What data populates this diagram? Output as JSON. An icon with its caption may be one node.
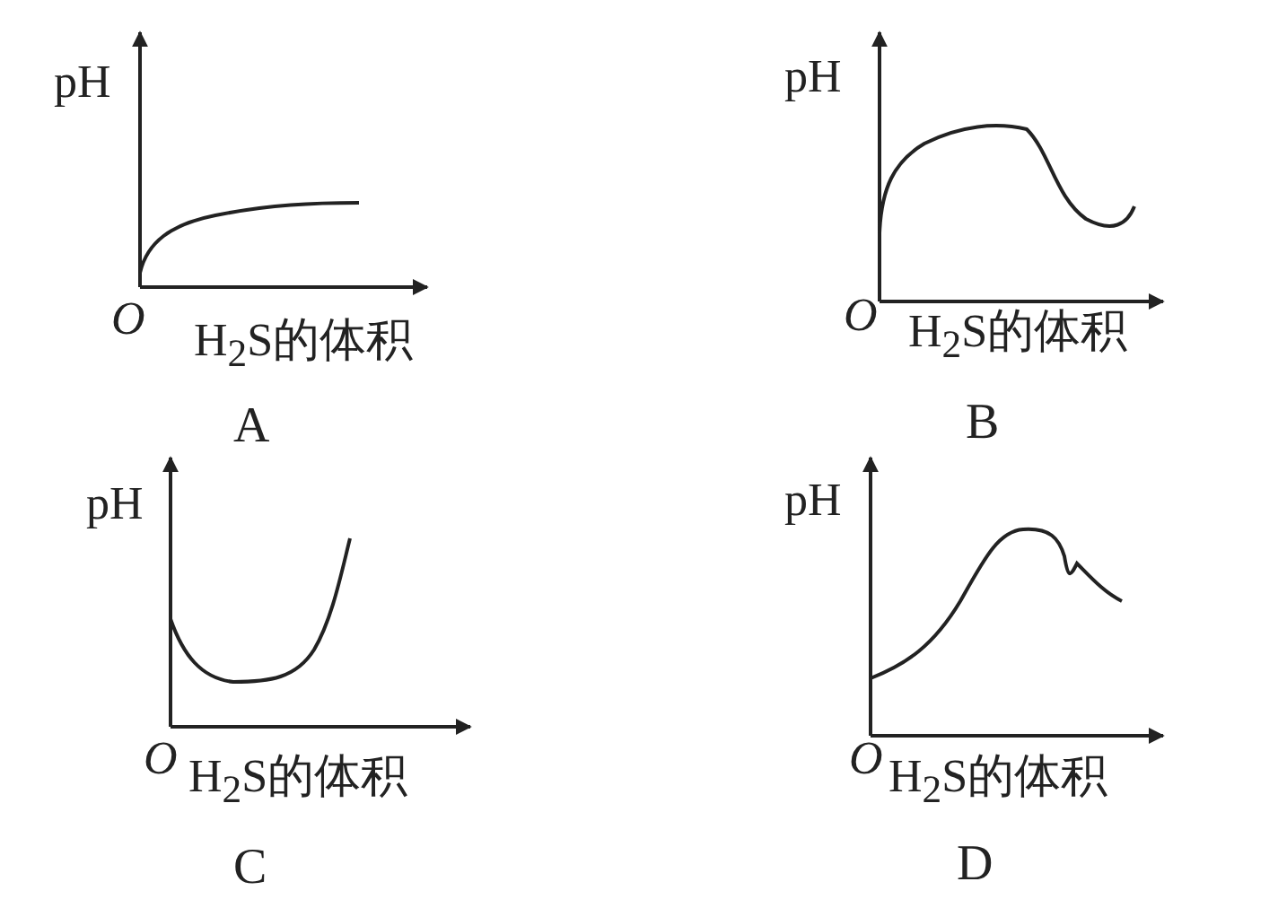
{
  "diagram": {
    "labels": [
      "pH",
      "pH",
      "O",
      "H$_{2}$S的体积",
      "O",
      "H$_{2}$S的体积",
      "A",
      "B",
      "pH",
      "pH",
      "O",
      "H$_{2}$S的体积",
      "O",
      "H$_{2}$S的体积",
      "C",
      "D"
    ]
  }
}
